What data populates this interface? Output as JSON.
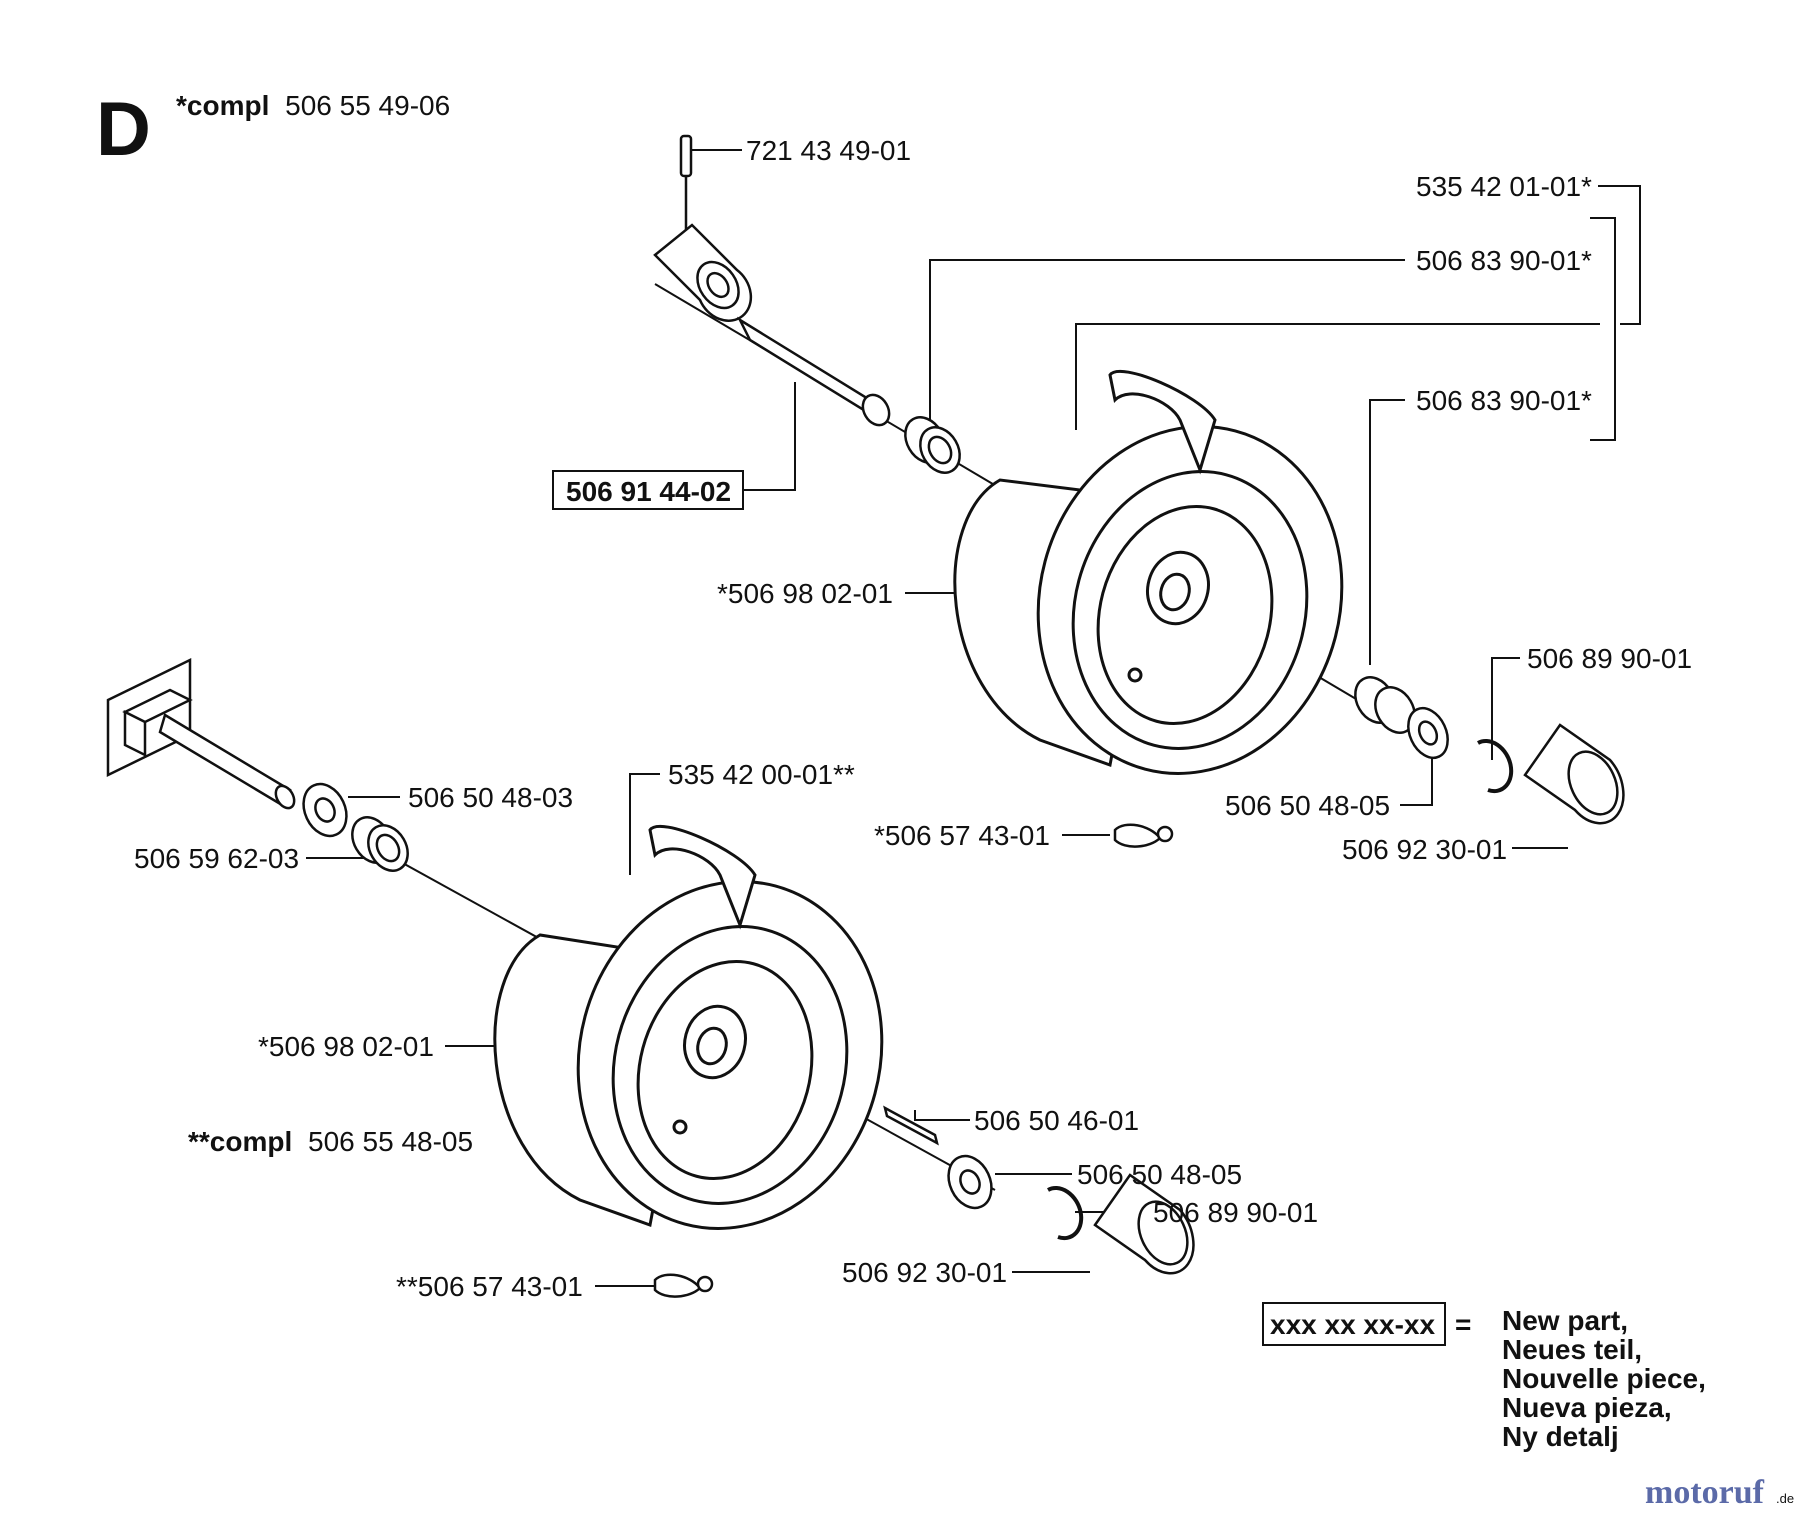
{
  "section_letter": "D",
  "compl_top": {
    "prefix": "*compl",
    "number": "506 55 49-06"
  },
  "compl_bottom": {
    "prefix": "**compl",
    "number": "506 55 48-05"
  },
  "labels": {
    "pin": "721 43 49-01",
    "kit_top": "535 42 01-01*",
    "bushing_upper": "506 83 90-01*",
    "bushing_lower": "506 83 90-01*",
    "axle_new": "506 91 44-02",
    "wheel_top": "*506 98 02-01",
    "clip_top": "506 89 90-01",
    "washer_top": "506 50 48-05",
    "cap_top": "506 92 30-01",
    "valve_top": "*506 57 43-01",
    "washer_axle": "506 50 48-03",
    "spacer_axle": "506 59 62-03",
    "kit_bottom": "535 42 00-01**",
    "wheel_bottom": "*506 98 02-01",
    "key": "506 50 46-01",
    "washer_bottom": "506 50 48-05",
    "clip_bottom": "506 89 90-01",
    "cap_bottom": "506 92 30-01",
    "valve_bottom": "**506 57 43-01"
  },
  "legend": {
    "code": "xxx xx xx-xx",
    "equals": "=",
    "lines": [
      "New part,",
      "Neues teil,",
      "Nouvelle piece,",
      "Nueva pieza,",
      "Ny detalj"
    ]
  },
  "watermark": {
    "brand": "motoruf",
    "suffix": ".de"
  }
}
